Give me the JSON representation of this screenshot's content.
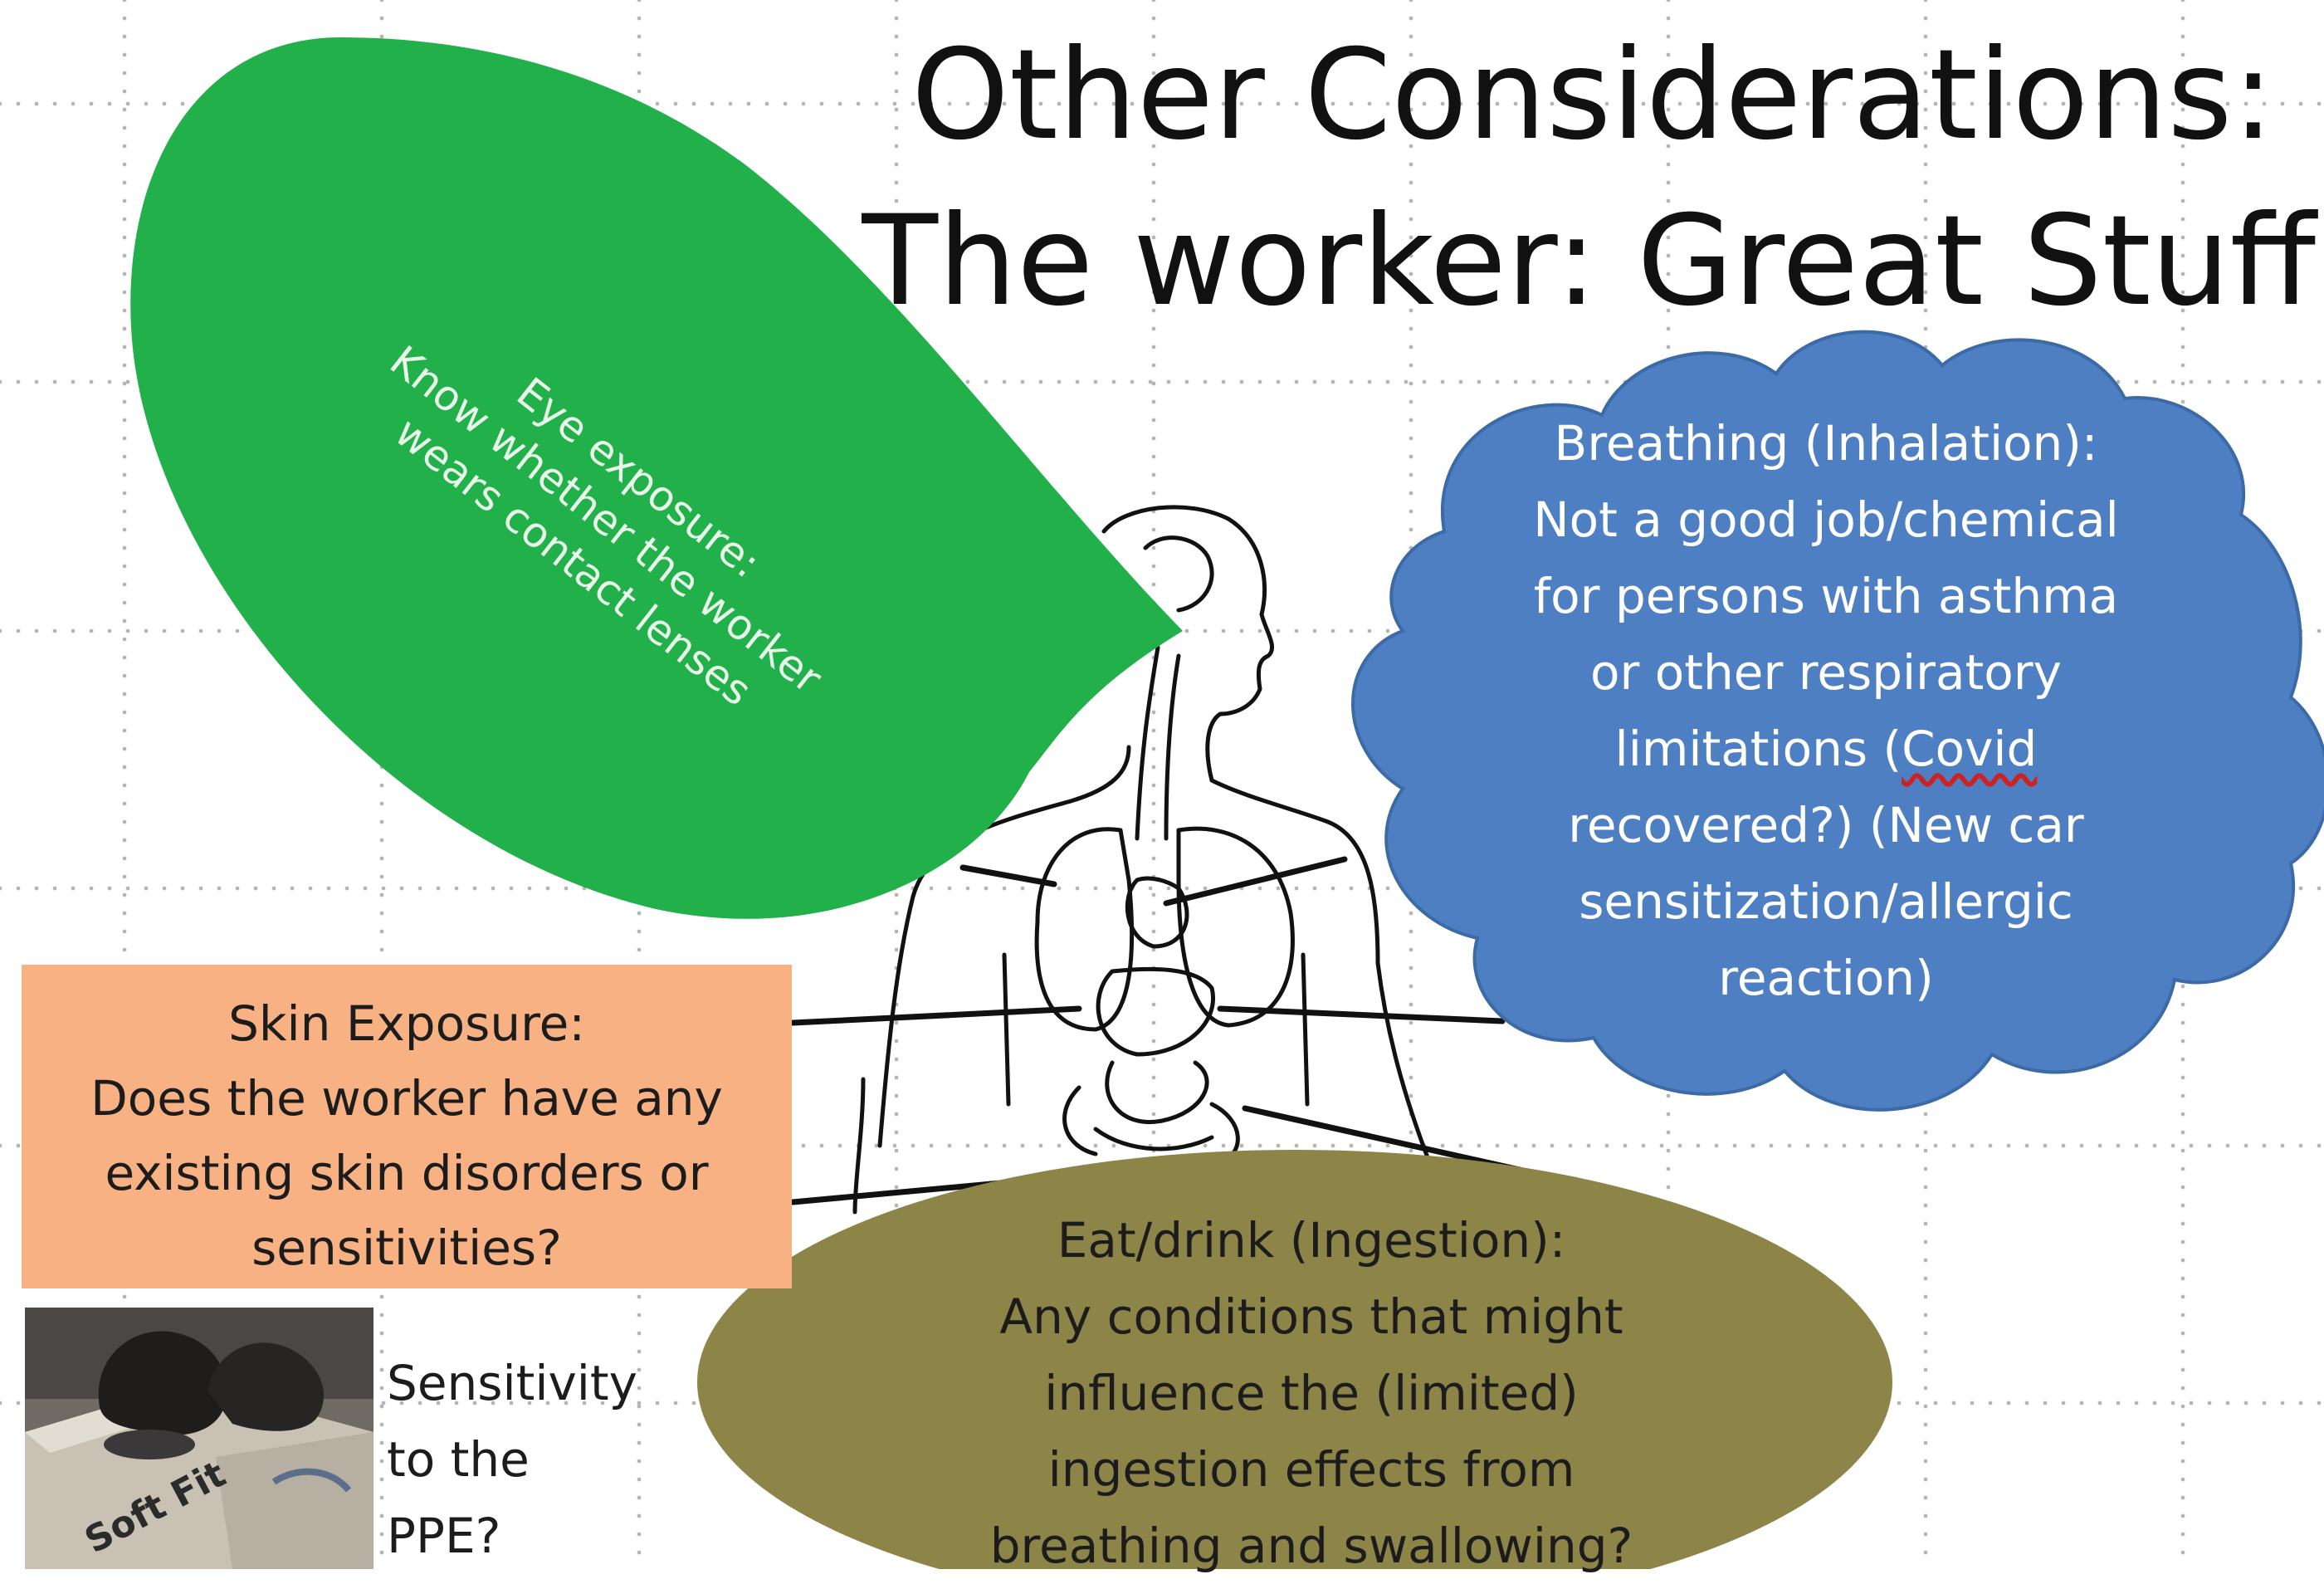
{
  "title": {
    "line1": "Other Considerations:",
    "line2": "The worker: Great Stuff"
  },
  "eye": {
    "line1": "Eye exposure:",
    "line2": "Know whether the worker",
    "line3": "wears contact lenses",
    "color": "#22b04b"
  },
  "breathing": {
    "line1": "Breathing (Inhalation):",
    "line2": "Not a good job/chemical",
    "line3": "for persons with asthma",
    "line4": "or other respiratory",
    "line5_pre": "limitations (",
    "line5_word": "Covid",
    "line6": "recovered?) (New car",
    "line7": "sensitization/allergic",
    "line8": "reaction)",
    "color": "#4e7fc2"
  },
  "skin": {
    "line1": "Skin Exposure:",
    "line2": "Does the worker have any",
    "line3": "existing skin disorders or",
    "line4": "sensitivities?",
    "color": "#f7b183"
  },
  "ingestion": {
    "line1": "Eat/drink (Ingestion):",
    "line2": "Any conditions that might",
    "line3": "influence the (limited)",
    "line4": "ingestion effects from",
    "line5": "breathing and swallowing?",
    "color": "#8c8547"
  },
  "ppe": {
    "line1": "Sensitivity",
    "line2": "to the",
    "line3": "PPE?",
    "photo_label": "Soft Fit"
  }
}
